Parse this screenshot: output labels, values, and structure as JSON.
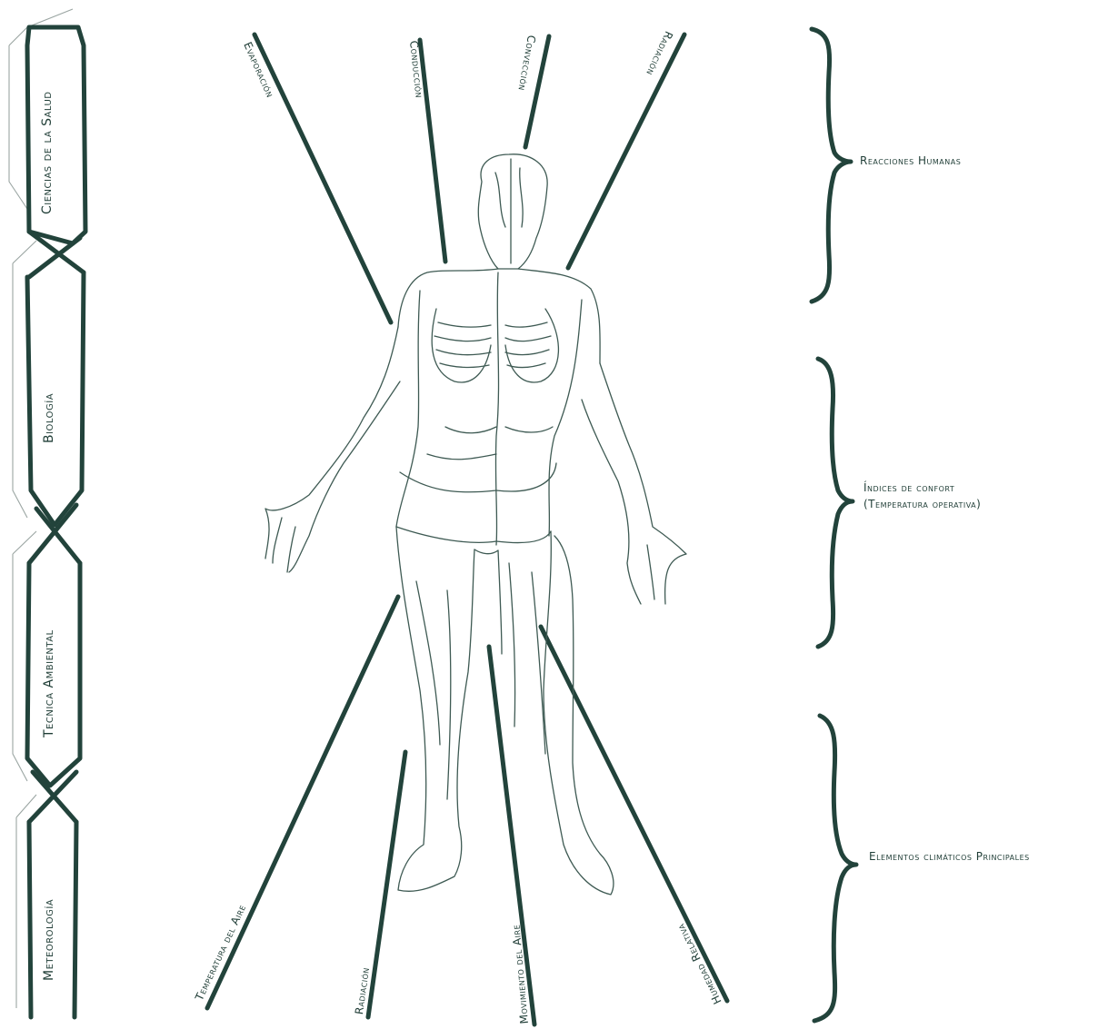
{
  "disciplines": [
    {
      "id": "ciencias",
      "label": "Ciencias de la Salud"
    },
    {
      "id": "biologia",
      "label": "Biología"
    },
    {
      "id": "tecnica",
      "label": "Tecnica Ambiental"
    },
    {
      "id": "meteorologia",
      "label": "Meteorología"
    }
  ],
  "top_rays": [
    {
      "id": "evaporacion",
      "label": "Evaporación"
    },
    {
      "id": "conduccion",
      "label": "Conducción"
    },
    {
      "id": "conveccion",
      "label": "Convección"
    },
    {
      "id": "radiacion_top",
      "label": "Radiación"
    }
  ],
  "bottom_rays": [
    {
      "id": "temperatura",
      "label": "Temperatura del Aire"
    },
    {
      "id": "radiacion_bottom",
      "label": "Radiación"
    },
    {
      "id": "movimiento",
      "label": "Movimiento del Aire"
    },
    {
      "id": "humedad",
      "label": "Humedad Relativa"
    }
  ],
  "braces": [
    {
      "id": "reacciones",
      "line1": "Reacciones Humanas",
      "line2": ""
    },
    {
      "id": "indices",
      "line1": "Índices de confort",
      "line2": "(Temperatura operativa)"
    },
    {
      "id": "elementos",
      "line1": "Elementos climáticos Principales",
      "line2": ""
    }
  ],
  "colors": {
    "ink": "#22433b",
    "ghost": "#9aa5a2",
    "background": "#ffffff"
  }
}
